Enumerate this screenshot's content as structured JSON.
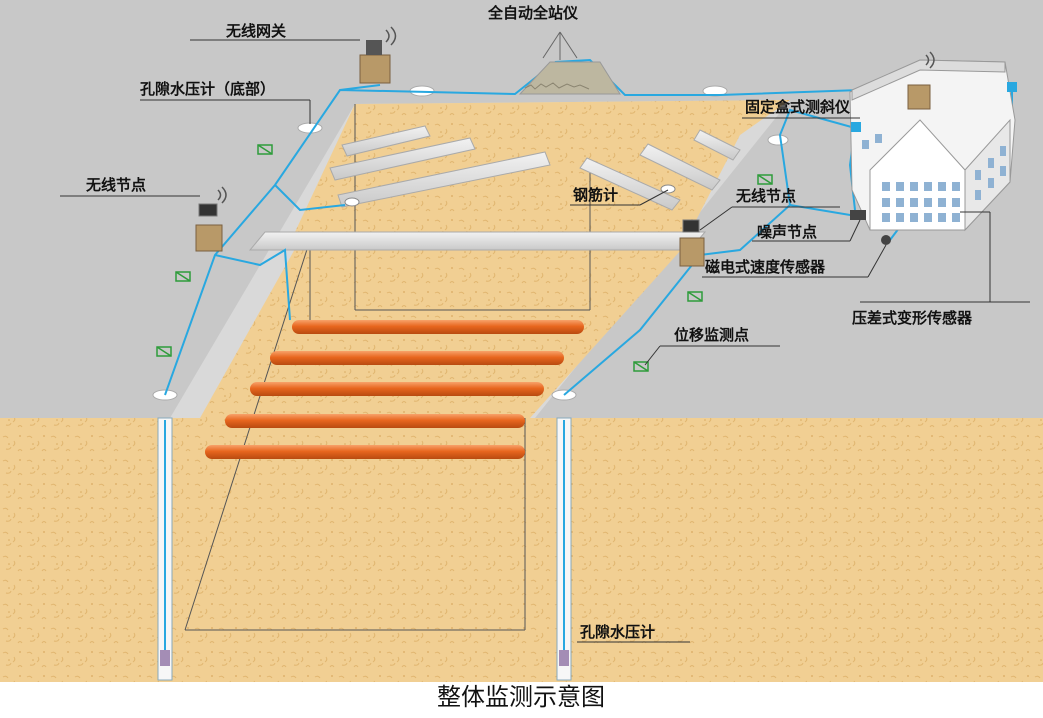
{
  "labels": {
    "wireless_gateway": "无线网关",
    "total_station": "全自动全站仪",
    "pore_pressure_bottom": "孔隙水压计（底部）",
    "wireless_node_left": "无线节点",
    "fixed_inclinometer": "固定盒式测斜仪",
    "rebar_meter": "钢筋计",
    "wireless_node_right": "无线节点",
    "noise_node": "噪声节点",
    "magneto_velocity": "磁电式速度传感器",
    "diff_pressure_deform": "压差式变形传感器",
    "displacement_point": "位移监测点",
    "pore_pressure": "孔隙水压计"
  },
  "caption": "整体监测示意图",
  "colors": {
    "sky": "#c8c8c8",
    "soil": "#f1cf93",
    "ground_surface": "#cfcfcf",
    "cable": "#29a8e0",
    "strut": "#e8661e",
    "building": "#ffffff",
    "marker_green": "#2e9c3a"
  },
  "icons": {
    "gateway": "wireless-gateway-icon",
    "node": "wireless-node-icon",
    "marker": "displacement-marker-icon"
  }
}
